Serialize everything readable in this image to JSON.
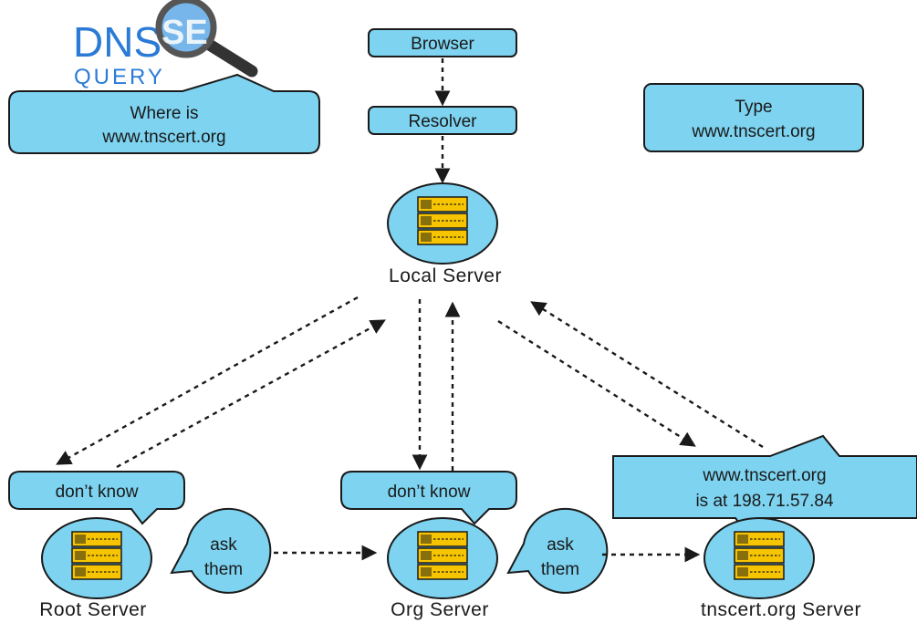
{
  "logo": {
    "text_dns": "DNS",
    "text_query": "QUERY"
  },
  "query_bubble": {
    "line1": "Where is",
    "line2": "www.tnscert.org"
  },
  "browser": {
    "label": "Browser"
  },
  "resolver": {
    "label": "Resolver"
  },
  "type_box": {
    "line1": "Type",
    "line2": "www.tnscert.org"
  },
  "servers": {
    "local": {
      "label": "Local Server"
    },
    "root": {
      "label": "Root Server"
    },
    "org": {
      "label": "Org Server"
    },
    "tnscert": {
      "label": "tnscert.org Server"
    }
  },
  "responses": {
    "root": "don’t know",
    "org": "don’t know",
    "answer_line1": "www.tnscert.org",
    "answer_line2": "is at 198.71.57.84"
  },
  "referrals": {
    "root": {
      "line1": "ask",
      "line2": "them"
    },
    "org": {
      "line1": "ask",
      "line2": "them"
    }
  },
  "colors": {
    "box": "#7dd3f0",
    "server_rack": "#f6c400",
    "stroke": "#1a1a1a",
    "logo_blue": "#2b7bd6",
    "logo_light": "#5ea9e6"
  }
}
